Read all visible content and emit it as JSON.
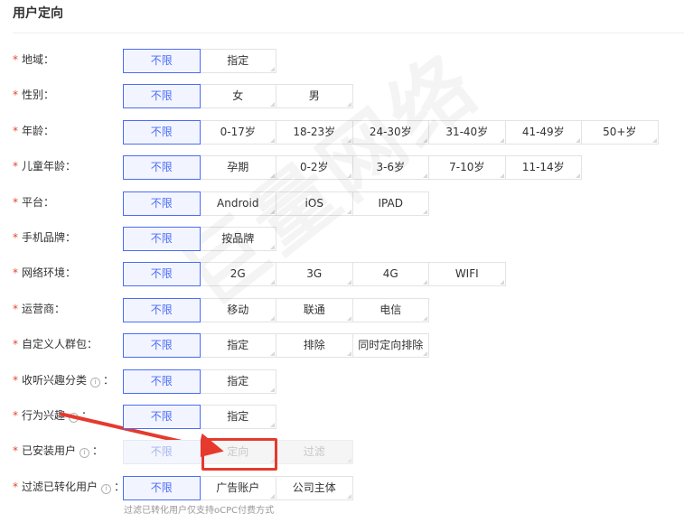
{
  "section": {
    "title": "用户定向"
  },
  "rows": [
    {
      "label": "地域：",
      "info": false,
      "disabled": false,
      "options": [
        "不限",
        "指定"
      ],
      "selected": 0
    },
    {
      "label": "性别：",
      "info": false,
      "disabled": false,
      "options": [
        "不限",
        "女",
        "男"
      ],
      "selected": 0
    },
    {
      "label": "年龄：",
      "info": false,
      "disabled": false,
      "options": [
        "不限",
        "0-17岁",
        "18-23岁",
        "24-30岁",
        "31-40岁",
        "41-49岁",
        "50+岁"
      ],
      "selected": 0
    },
    {
      "label": "儿童年龄：",
      "info": false,
      "disabled": false,
      "options": [
        "不限",
        "孕期",
        "0-2岁",
        "3-6岁",
        "7-10岁",
        "11-14岁"
      ],
      "selected": 0
    },
    {
      "label": "平台：",
      "info": false,
      "disabled": false,
      "options": [
        "不限",
        "Android",
        "iOS",
        "IPAD"
      ],
      "selected": 0
    },
    {
      "label": "手机品牌：",
      "info": false,
      "disabled": false,
      "options": [
        "不限",
        "按品牌"
      ],
      "selected": 0
    },
    {
      "label": "网络环境：",
      "info": false,
      "disabled": false,
      "options": [
        "不限",
        "2G",
        "3G",
        "4G",
        "WIFI"
      ],
      "selected": 0
    },
    {
      "label": "运营商：",
      "info": false,
      "disabled": false,
      "options": [
        "不限",
        "移动",
        "联通",
        "电信"
      ],
      "selected": 0
    },
    {
      "label": "自定义人群包：",
      "info": false,
      "disabled": false,
      "options": [
        "不限",
        "指定",
        "排除",
        "同时定向排除"
      ],
      "selected": 0
    },
    {
      "label": "收听兴趣分类",
      "info": true,
      "disabled": false,
      "options": [
        "不限",
        "指定"
      ],
      "selected": 0
    },
    {
      "label": "行为兴趣",
      "info": true,
      "disabled": false,
      "options": [
        "不限",
        "指定"
      ],
      "selected": 0
    },
    {
      "label": "已安装用户",
      "info": true,
      "disabled": true,
      "options": [
        "不限",
        "定向",
        "过滤"
      ],
      "selected": 0
    },
    {
      "label": "过滤已转化用户",
      "info": true,
      "disabled": false,
      "options": [
        "不限",
        "广告账户",
        "公司主体"
      ],
      "selected": 0
    }
  ],
  "required_mark": "*",
  "info_icon": {
    "name": "info-circle-icon",
    "glyph": "i"
  },
  "info_suffix": "：",
  "hint": "过滤已转化用户仅支持oCPC付费方式",
  "watermark": "巨量网络",
  "annotation": {
    "color": "#e53a2d",
    "target_option": "定向"
  },
  "colors": {
    "accent": "#4a6cf7",
    "required": "#e5452c",
    "annotation": "#e53a2d"
  }
}
